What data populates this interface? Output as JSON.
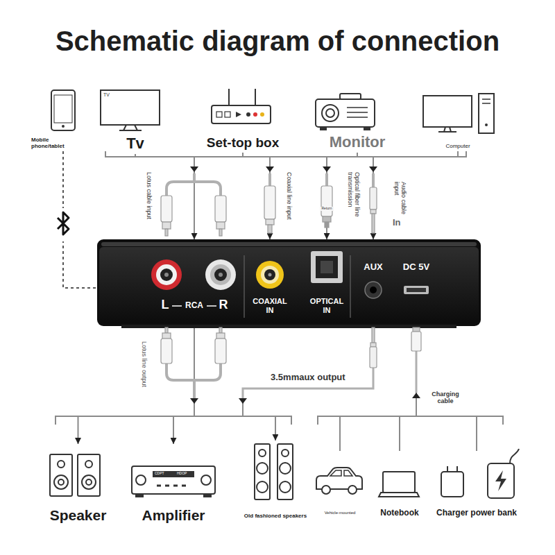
{
  "diagram": {
    "title": "Schematic diagram of connection",
    "nodes": [
      {
        "text": [
          "Mobile phone/tablet"
        ]
      },
      {
        "text": [
          "Tv"
        ]
      },
      {
        "text": [
          "Set-top box"
        ]
      },
      {
        "text": [
          "Monitor"
        ]
      },
      {
        "text": [
          "Computer"
        ]
      },
      {
        "text": [
          "L",
          "RCA",
          "R",
          "COAXIAL IN",
          "OPTICAL IN",
          "AUX",
          "DC 5V"
        ]
      },
      {
        "text": [
          "Speaker"
        ]
      },
      {
        "text": [
          "Amplifier"
        ]
      },
      {
        "text": [
          "Old fashioned speakers"
        ]
      },
      {
        "text": [
          "Vehicle-mounted"
        ]
      },
      {
        "text": [
          "Notebook"
        ]
      },
      {
        "text": [
          "Charger power bank"
        ]
      }
    ],
    "edges": [
      {
        "from": 0,
        "to": 5,
        "arrow": "none"
      },
      {
        "from": 1,
        "to": 5,
        "arrow": "to"
      },
      {
        "from": 2,
        "to": 5,
        "arrow": "to"
      },
      {
        "from": 3,
        "to": 5,
        "arrow": "to"
      },
      {
        "from": 4,
        "to": 5,
        "arrow": "to"
      },
      {
        "from": 5,
        "to": 6,
        "arrow": "to"
      },
      {
        "from": 5,
        "to": 7,
        "arrow": "to"
      },
      {
        "from": 5,
        "to": 8,
        "arrow": "to"
      },
      {
        "from": 9,
        "to": 5,
        "arrow": "to"
      },
      {
        "from": 10,
        "to": 5,
        "arrow": "to"
      },
      {
        "from": 11,
        "to": 5,
        "arrow": "to"
      }
    ],
    "labels": [
      "TV",
      "Lotus cable input",
      "Coaxial line input",
      "Optical fiber line transmission",
      "Return",
      "Audio cable input",
      "In",
      "Lotus line output",
      "3.5mmaux output",
      "Charging cable",
      "CDPT",
      "HDOP"
    ]
  }
}
